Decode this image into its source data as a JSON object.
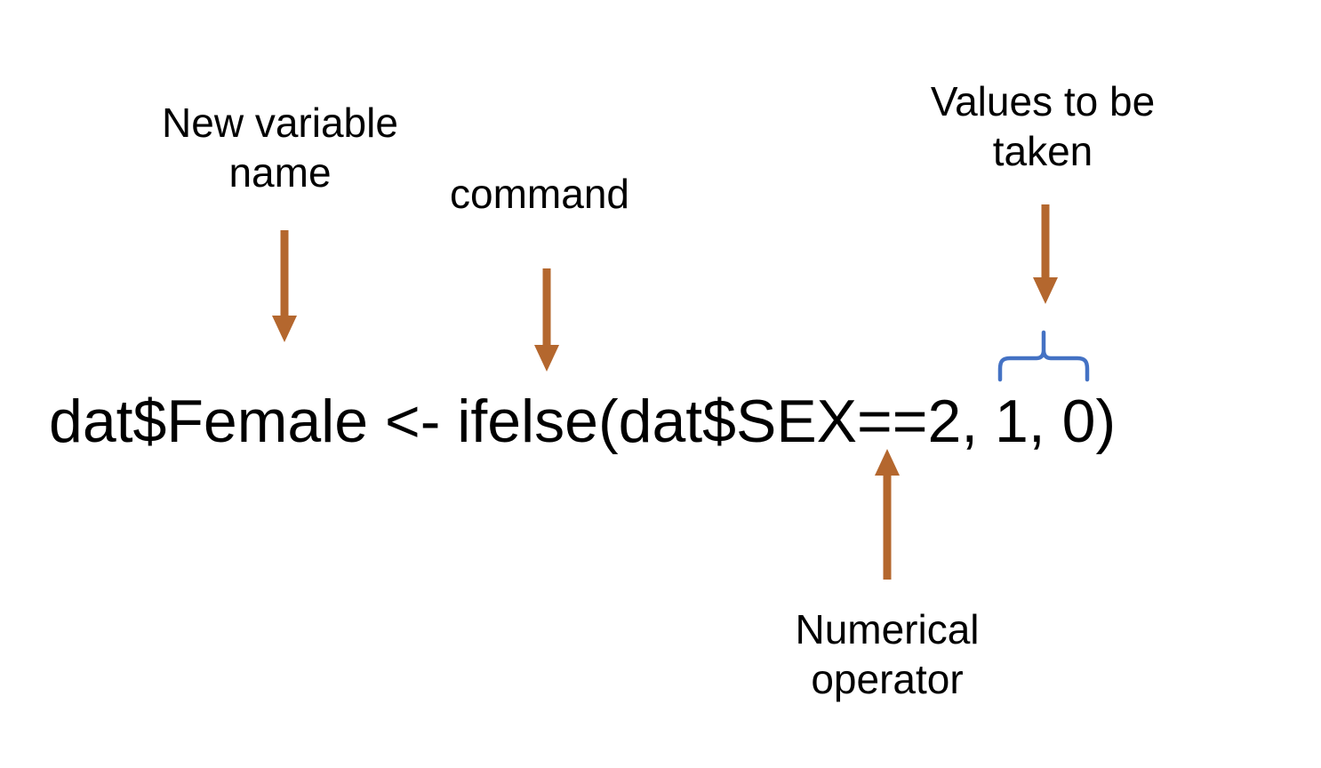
{
  "annotations": {
    "new_variable_label": "New variable name",
    "command_label": "command",
    "values_label": "Values to be taken",
    "numerical_operator_label": "Numerical operator"
  },
  "code": {
    "text": "dat$Female <- ifelse(dat$SEX==2, 1, 0)"
  },
  "icons": {
    "down_arrows": "down-arrow-icon",
    "up_arrow": "up-arrow-icon",
    "brace": "over-brace-icon"
  },
  "colors": {
    "arrow_orange": "#B4672E",
    "brace_blue": "#4472C4",
    "text_black": "#000000",
    "background": "#FFFFFF"
  }
}
